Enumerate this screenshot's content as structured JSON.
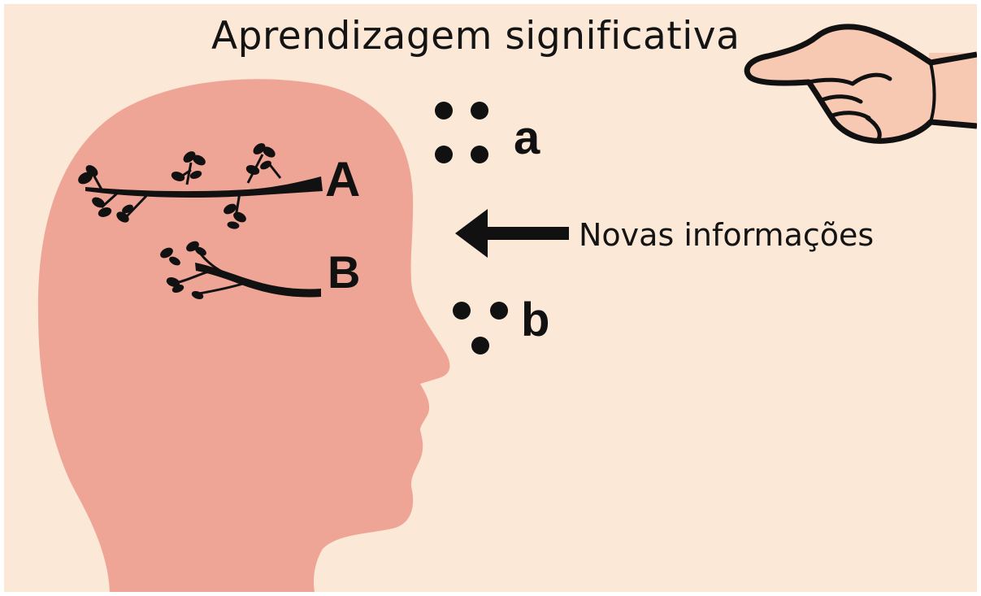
{
  "title": "Aprendizagem significativa",
  "labels": {
    "branch_A": "A",
    "branch_B": "B",
    "dots_a": "a",
    "dots_b": "b"
  },
  "arrow_label": "Novas informações",
  "colors": {
    "background": "#fbe8d6",
    "head": "#eea595",
    "ink": "#111111",
    "hand_skin": "#f7c9b3"
  },
  "icons": {
    "pointing_hand": "pointing-hand-icon",
    "tree_branch": "tree-branch-icon",
    "arrow": "arrow-left-icon"
  }
}
